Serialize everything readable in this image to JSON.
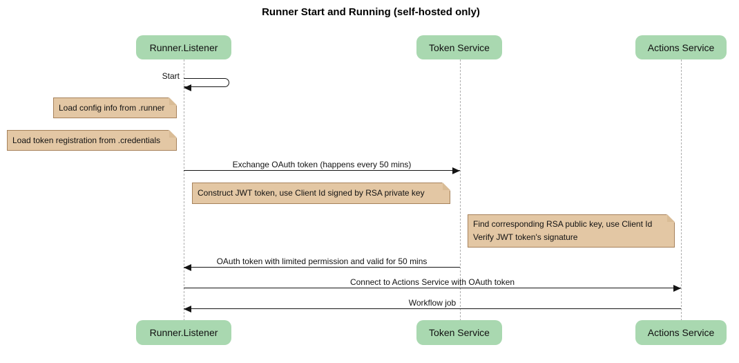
{
  "title": "Runner Start and Running (self-hosted only)",
  "diagram_type": "sequence",
  "colors": {
    "participant_fill": "#A9D8B0",
    "note_fill": "#E3C7A4",
    "note_border": "#A6815A",
    "note_fold": "#D9BC96",
    "lifeline": "#ADADAD",
    "arrow": "#141414",
    "text": "#121212",
    "background": "#FFFFFF"
  },
  "participants": [
    {
      "name": "Runner.Listener"
    },
    {
      "name": "Token Service"
    },
    {
      "name": "Actions Service"
    }
  ],
  "messages": [
    {
      "label": "Start",
      "from": "Runner.Listener",
      "to": "Runner.Listener",
      "type": "self"
    },
    {
      "label": "Exchange OAuth token (happens every 50 mins)",
      "from": "Runner.Listener",
      "to": "Token Service",
      "type": "solid-arrow"
    },
    {
      "label": "OAuth token with limited permission and valid for 50 mins",
      "from": "Token Service",
      "to": "Runner.Listener",
      "type": "solid-arrow"
    },
    {
      "label": "Connect to Actions Service with OAuth token",
      "from": "Runner.Listener",
      "to": "Actions Service",
      "type": "solid-arrow"
    },
    {
      "label": "Workflow job",
      "from": "Actions Service",
      "to": "Runner.Listener",
      "type": "solid-arrow"
    }
  ],
  "notes": [
    {
      "position": "left of Runner.Listener",
      "lines": [
        "Load config info from .runner"
      ]
    },
    {
      "position": "left of Runner.Listener",
      "lines": [
        "Load token registration from .credentials"
      ]
    },
    {
      "position": "between Runner.Listener and Token Service",
      "lines": [
        "Construct JWT token, use Client Id signed by RSA private key"
      ]
    },
    {
      "position": "between Token Service and Actions Service",
      "lines": [
        "Find corresponding RSA public key, use Client Id",
        "Verify JWT token's signature"
      ]
    }
  ]
}
